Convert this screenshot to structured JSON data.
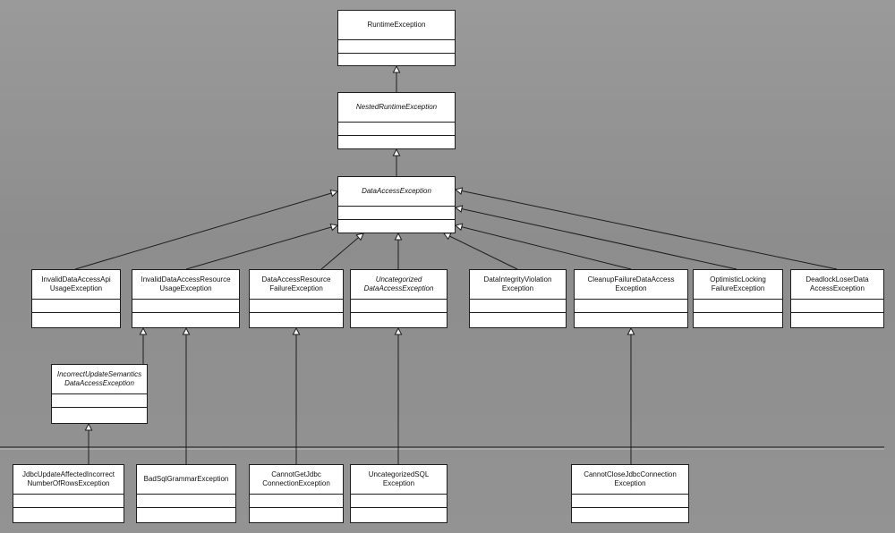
{
  "classes": {
    "runtime_exception": {
      "line1": "RuntimeException",
      "line2": "",
      "abstract": false
    },
    "nested_runtime_exception": {
      "line1": "NestedRuntimeException",
      "line2": "",
      "abstract": true
    },
    "data_access_exception": {
      "line1": "DataAccessException",
      "line2": "",
      "abstract": true
    },
    "invalid_data_access_api_usage": {
      "line1": "InvalidDataAccessApi",
      "line2": "UsageException",
      "abstract": false
    },
    "invalid_data_access_resource_usage": {
      "line1": "InvalidDataAccessResource",
      "line2": "UsageException",
      "abstract": false
    },
    "data_access_resource_failure": {
      "line1": "DataAccessResource",
      "line2": "FailureException",
      "abstract": false
    },
    "uncategorized_data_access": {
      "line1": "Uncategorized",
      "line2": "DataAccessException",
      "abstract": true
    },
    "data_integrity_violation": {
      "line1": "DataIntegrityViolation",
      "line2": "Exception",
      "abstract": false
    },
    "cleanup_failure_data_access": {
      "line1": "CleanupFailureDataAccess",
      "line2": "Exception",
      "abstract": false
    },
    "optimistic_locking_failure": {
      "line1": "OptimisticLocking",
      "line2": "FailureException",
      "abstract": false
    },
    "deadlock_loser_data_access": {
      "line1": "DeadlockLoserData",
      "line2": "AccessException",
      "abstract": false
    },
    "incorrect_update_semantics": {
      "line1": "IncorrectUpdateSemantics",
      "line2": "DataAccessException",
      "abstract": true
    },
    "jdbc_update_affected_incorrect": {
      "line1": "JdbcUpdateAffectedIncorrect",
      "line2": "NumberOfRowsException",
      "abstract": false
    },
    "bad_sql_grammar": {
      "line1": "BadSqlGrammarException",
      "line2": "",
      "abstract": false
    },
    "cannot_get_jdbc_connection": {
      "line1": "CannotGetJdbc",
      "line2": "ConnectionException",
      "abstract": false
    },
    "uncategorized_sql": {
      "line1": "UncategorizedSQL",
      "line2": "Exception",
      "abstract": false
    },
    "cannot_close_jdbc_connection": {
      "line1": "CannotCloseJdbcConnection",
      "line2": "Exception",
      "abstract": false
    }
  },
  "inheritance": [
    {
      "child": "nested_runtime_exception",
      "parent": "runtime_exception"
    },
    {
      "child": "data_access_exception",
      "parent": "nested_runtime_exception"
    },
    {
      "child": "invalid_data_access_api_usage",
      "parent": "data_access_exception"
    },
    {
      "child": "invalid_data_access_resource_usage",
      "parent": "data_access_exception"
    },
    {
      "child": "data_access_resource_failure",
      "parent": "data_access_exception"
    },
    {
      "child": "uncategorized_data_access",
      "parent": "data_access_exception"
    },
    {
      "child": "data_integrity_violation",
      "parent": "data_access_exception"
    },
    {
      "child": "cleanup_failure_data_access",
      "parent": "data_access_exception"
    },
    {
      "child": "optimistic_locking_failure",
      "parent": "data_access_exception"
    },
    {
      "child": "deadlock_loser_data_access",
      "parent": "data_access_exception"
    },
    {
      "child": "incorrect_update_semantics",
      "parent": "invalid_data_access_resource_usage"
    },
    {
      "child": "jdbc_update_affected_incorrect",
      "parent": "incorrect_update_semantics"
    },
    {
      "child": "bad_sql_grammar",
      "parent": "invalid_data_access_resource_usage"
    },
    {
      "child": "cannot_get_jdbc_connection",
      "parent": "data_access_resource_failure"
    },
    {
      "child": "uncategorized_sql",
      "parent": "uncategorized_data_access"
    },
    {
      "child": "cannot_close_jdbc_connection",
      "parent": "cleanup_failure_data_access"
    }
  ],
  "colors": {
    "background": "#8f8f8f",
    "box_fill": "#ffffff",
    "line": "#1e1e1e",
    "separator": "#555555"
  }
}
